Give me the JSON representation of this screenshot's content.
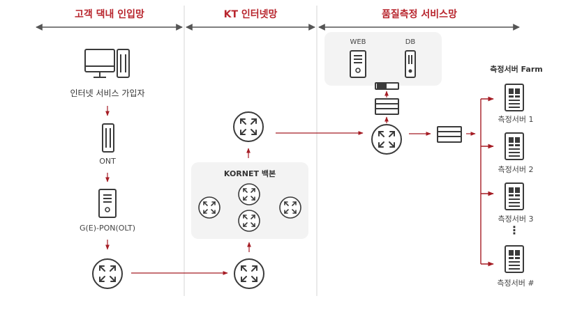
{
  "sections": [
    {
      "title": "고객 댁내 인입망"
    },
    {
      "title": "KT 인터넷망"
    },
    {
      "title": "품질측정 서비스망"
    }
  ],
  "customer": {
    "pc_label": "인터넷 서비스 가입자",
    "ont_label": "ONT",
    "olt_label": "G(E)-PON(OLT)"
  },
  "kt": {
    "backbone_label": "KORNET 백본"
  },
  "quality": {
    "web_label": "WEB",
    "db_label": "DB",
    "farm_title": "측정서버 Farm",
    "servers": [
      "측정서버 1",
      "측정서버 2",
      "측정서버 3",
      "측정서버 #"
    ],
    "ellipsis": "⋮"
  },
  "colors": {
    "accent": "#b8252d",
    "arrow": "#a51c24",
    "icon": "#3a3a3a",
    "divider": "#d5d5d5",
    "panel": "#f3f3f3"
  }
}
